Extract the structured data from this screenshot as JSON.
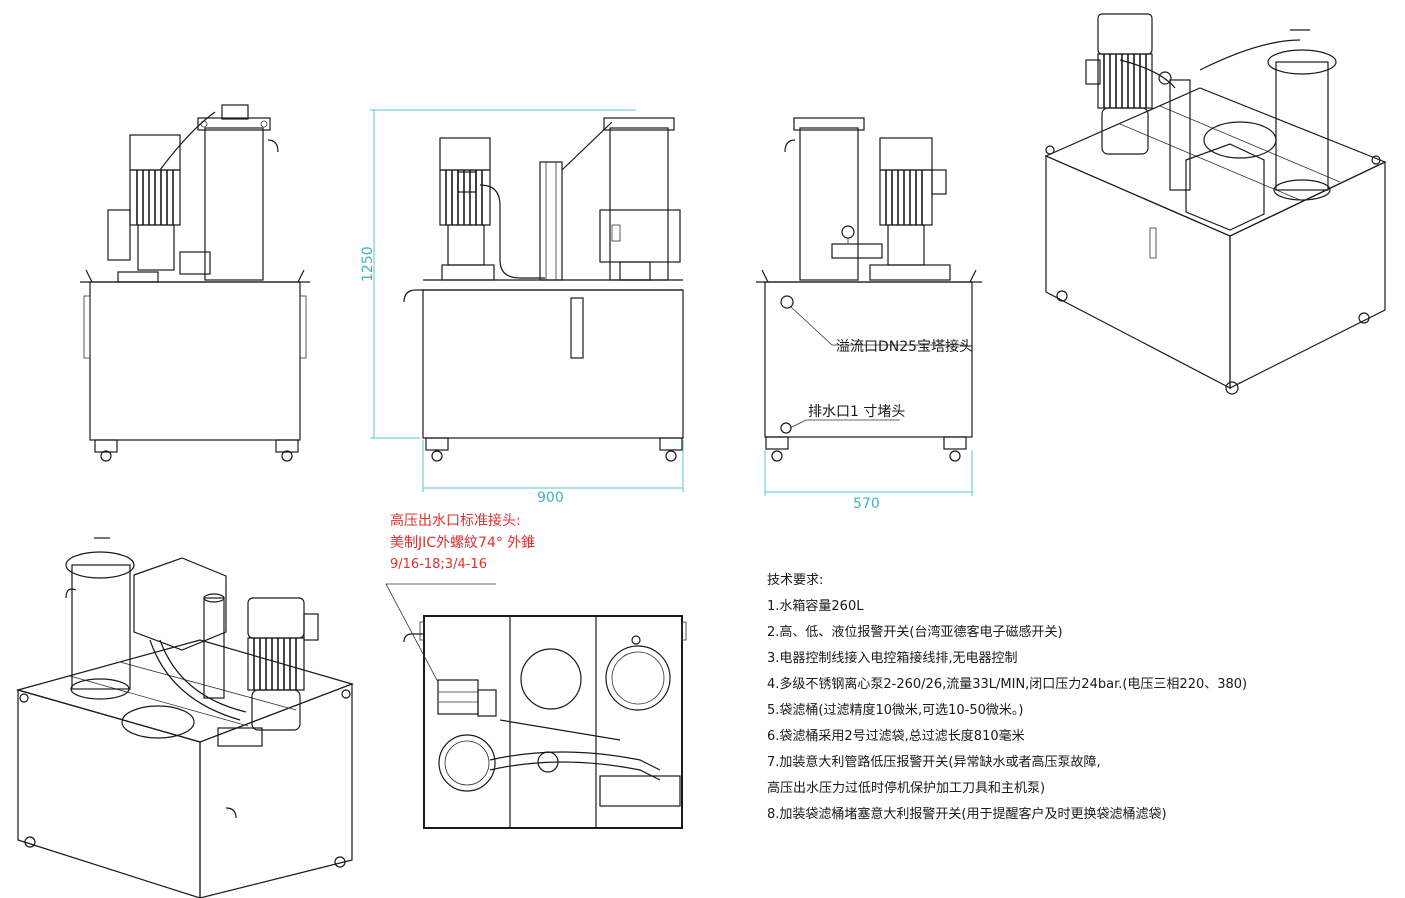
{
  "dimensions": {
    "height": "1250",
    "width": "900",
    "depth": "570"
  },
  "callouts": {
    "overflow": "溢流口DN25宝塔接头",
    "drain": "排水口1 寸堵头"
  },
  "jic_note": {
    "line1": "高压出水口标准接头:",
    "line2": "美制JIC外螺紋74° 外錐",
    "line3": "9/16-18;3/4-16"
  },
  "tech_requirements": {
    "title": "技术要求:",
    "items": [
      "1.水箱容量260L",
      "2.高、低、液位报警开关(台湾亚德客电子磁感开关)",
      "3.电器控制线接入电控箱接线排,无电器控制",
      "4.多级不锈钢离心泵2-260/26,流量33L/MIN,闭口压力24bar.(电压三相220、380)",
      "5.袋滤桶(过滤精度10微米,可选10-50微米。)",
      "6.袋滤桶采用2号过滤袋,总过滤长度810毫米",
      "7.加装意大利管路低压报警开关(异常缺水或者高压泵故障,",
      "高压出水压力过低时停机保护加工刀具和主机泵)",
      "8.加装袋滤桶堵塞意大利报警开关(用于提醒客户及时更换袋滤桶滤袋)"
    ]
  },
  "colors": {
    "line": "#1a1a1a",
    "dimension": "#3fb4c0",
    "note_red": "#e03030"
  }
}
